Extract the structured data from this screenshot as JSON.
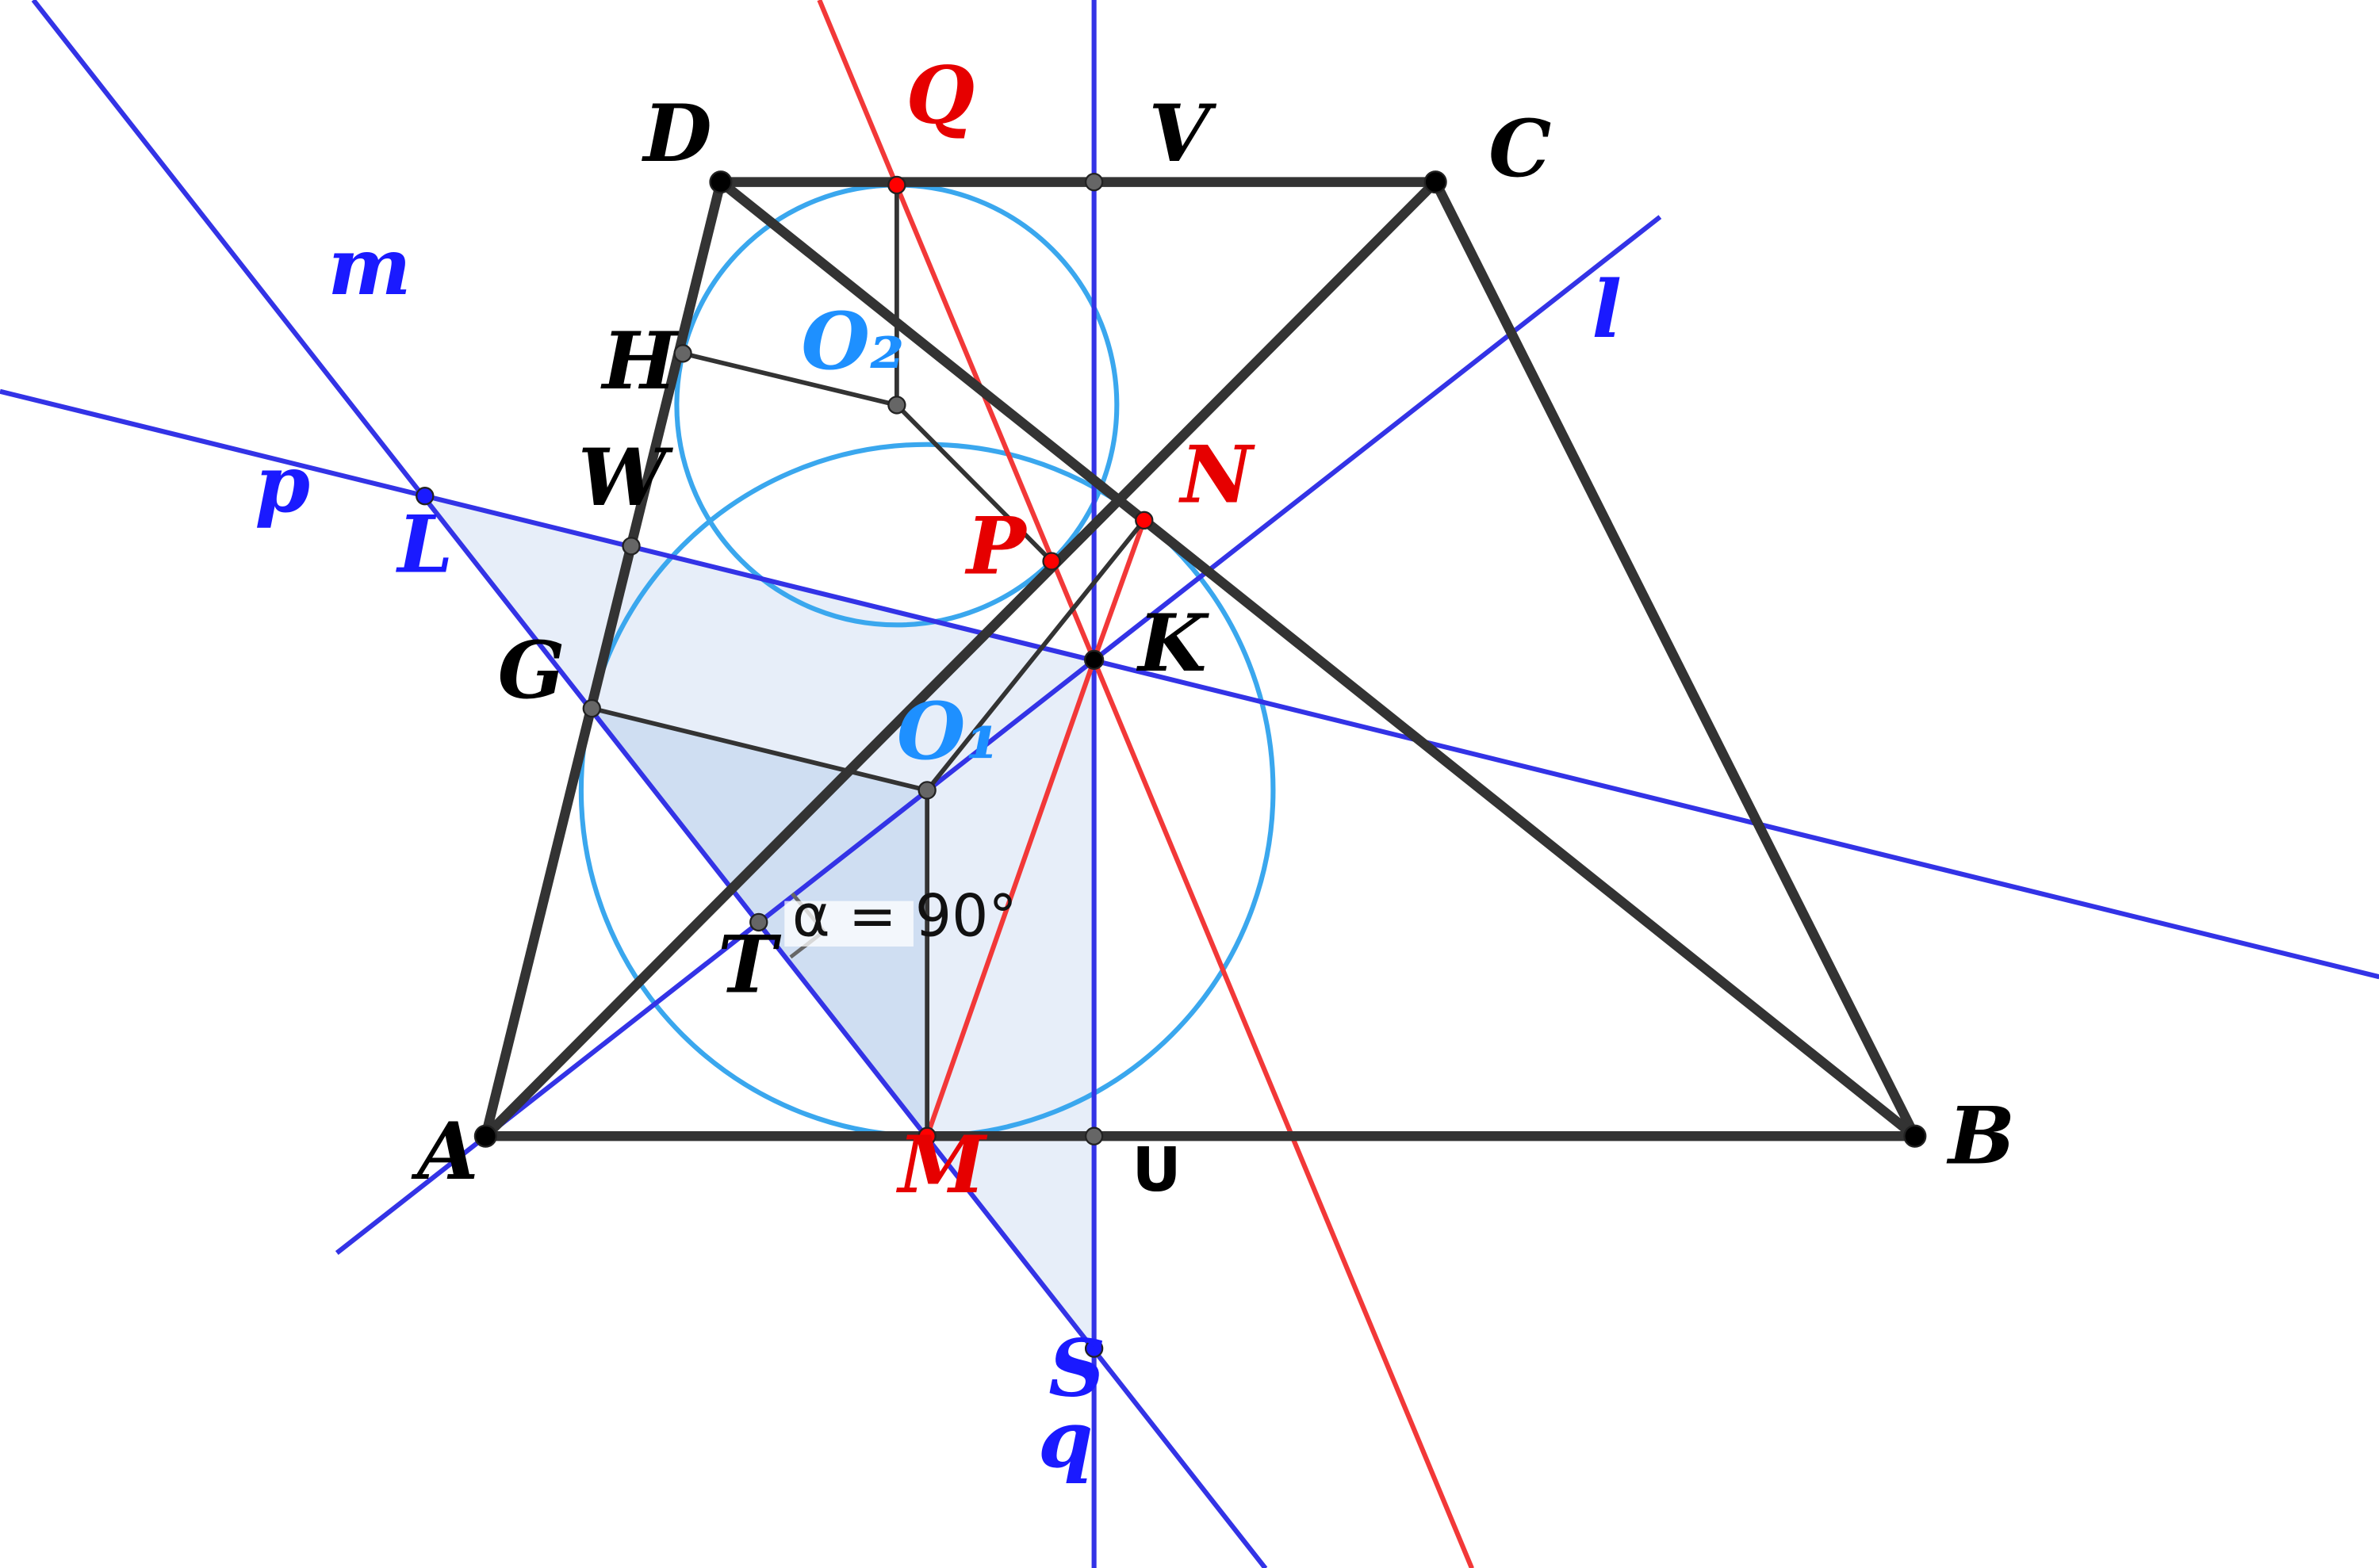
{
  "colors": {
    "segment": "#333333",
    "blue_line": "#3333e6",
    "red_line": "#f23838",
    "circle": "#3aa7ee",
    "fill_light": "#e7eef9",
    "fill_dark": "#cfdef2",
    "point_gray": "#666666",
    "point_red": "#ff0000",
    "point_blue": "#1a1aff",
    "point_black": "#000000",
    "label_black": "#000000",
    "label_blue": "#1a1aff",
    "label_red": "#e60000",
    "label_circle": "#1e90ff"
  },
  "points": {
    "A": "A",
    "B": "B",
    "C": "C",
    "D": "D",
    "G": "G",
    "H": "H",
    "W": "W",
    "L": "L",
    "K": "K",
    "N": "N",
    "P": "P",
    "Q": "Q",
    "V": "V",
    "M": "M",
    "U": "U",
    "S": "S",
    "T": "T",
    "O1": "O₁",
    "O2": "O₂"
  },
  "lines": {
    "l": "l",
    "m": "m",
    "p": "p",
    "q": "q"
  },
  "angle": {
    "text": "α = 90°"
  }
}
